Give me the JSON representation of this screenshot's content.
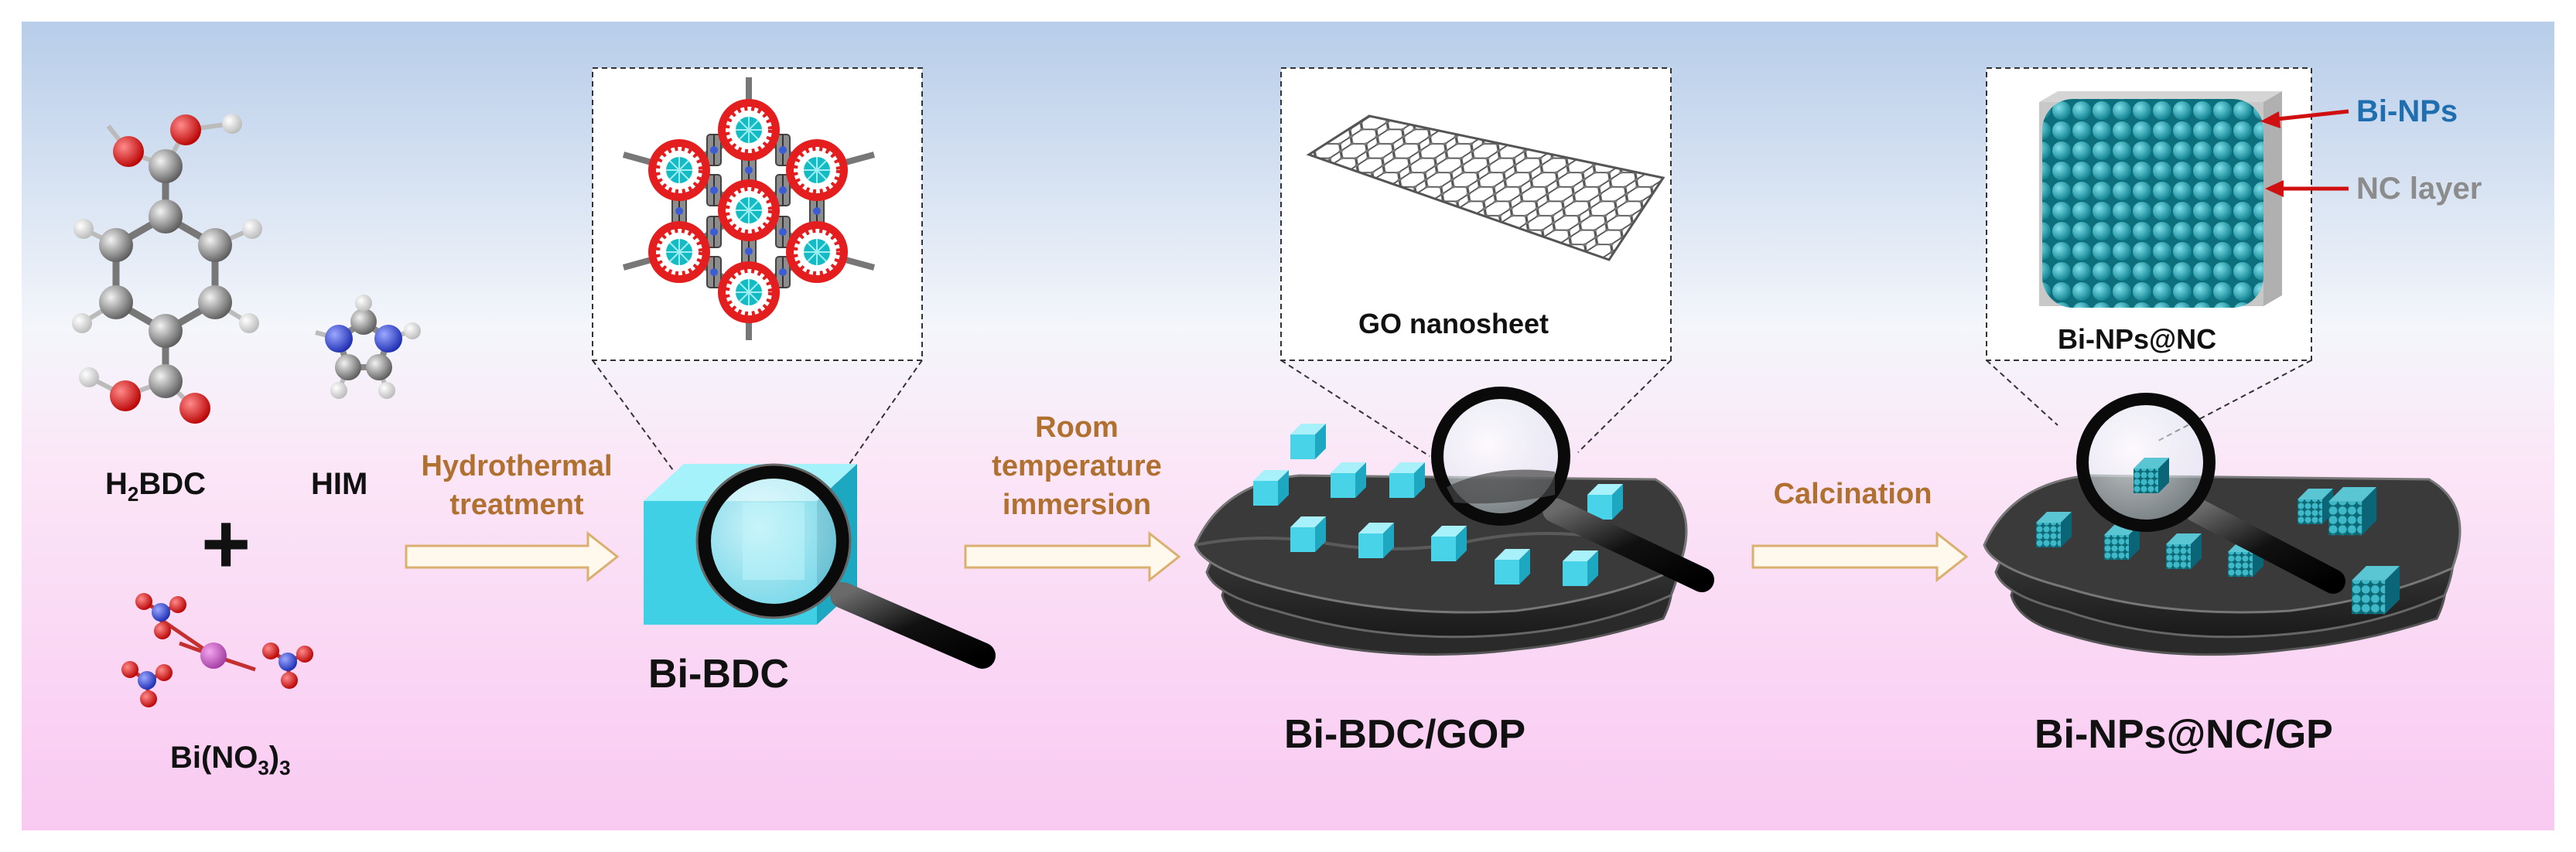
{
  "reactants": {
    "h2bdc": {
      "main": "H",
      "sub": "2",
      "rest": "BDC"
    },
    "him": "HIM",
    "plus": "+",
    "bismuth_nitrate": {
      "main": "Bi(NO",
      "sub": "3",
      "rest": ")"
    },
    "bismuth_nitrate_sub2": "3"
  },
  "steps": [
    {
      "label": "Hydrothermal treatment"
    },
    {
      "label": "Room temperature immersion"
    },
    {
      "label": "Calcination"
    }
  ],
  "products": {
    "bi_bdc": "Bi-BDC",
    "bi_bdc_gop": "Bi-BDC/GOP",
    "bi_nps_nc_gp": "Bi-NPs@NC/GP"
  },
  "insets": {
    "go_nanosheet": "GO nanosheet",
    "bi_nps_nc": "Bi-NPs@NC"
  },
  "annotations": {
    "bi_nps": "Bi-NPs",
    "nc_layer": "NC layer"
  },
  "colors": {
    "background_top": "#b7cde9",
    "background_bottom": "#f9c9f2",
    "step_text": "#b07030",
    "arrow_outline": "#d9b070",
    "crystal": "#3ec8e0",
    "bi_nps_label": "#1f6fb0",
    "nc_layer_label": "#8c8c8c",
    "pointer_arrow": "#d01010"
  }
}
